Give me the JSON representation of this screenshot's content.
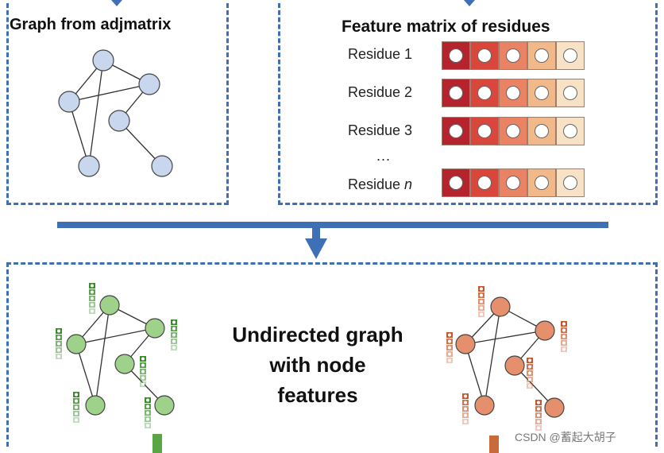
{
  "top_left": {
    "title": "Graph from adjmatrix"
  },
  "top_right": {
    "title": "Feature matrix of residues",
    "rows": [
      {
        "label": "Residue 1",
        "suffix": ""
      },
      {
        "label": "Residue 2",
        "suffix": ""
      },
      {
        "label": "Residue 3",
        "suffix": ""
      },
      {
        "label": "Residue ",
        "suffix": "n"
      }
    ],
    "ellipsis": "...",
    "cell_colors": [
      "#b5232d",
      "#d9473c",
      "#ea8264",
      "#f1b889",
      "#f7e2c5"
    ]
  },
  "bottom": {
    "line1": "Undirected graph",
    "line2": "with node",
    "line3": "features"
  },
  "colors": {
    "border": "#3f6fb5",
    "node_blue": "#c8d6ee",
    "node_green": "#9ed18a",
    "node_orange": "#e58f6d"
  },
  "watermark": "CSDN @蓄起大胡子"
}
